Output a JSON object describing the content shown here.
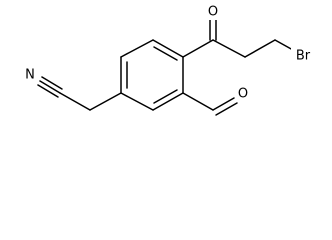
{
  "molecule": {
    "atoms": {
      "nitrile_n": {
        "symbol": "N"
      },
      "ketone_o": {
        "symbol": "O"
      },
      "aldehyde_o": {
        "symbol": "O"
      },
      "bromine": {
        "symbol": "Br"
      }
    },
    "colors": {
      "bond": "#000000",
      "label": "#000000",
      "background": "#ffffff"
    }
  }
}
